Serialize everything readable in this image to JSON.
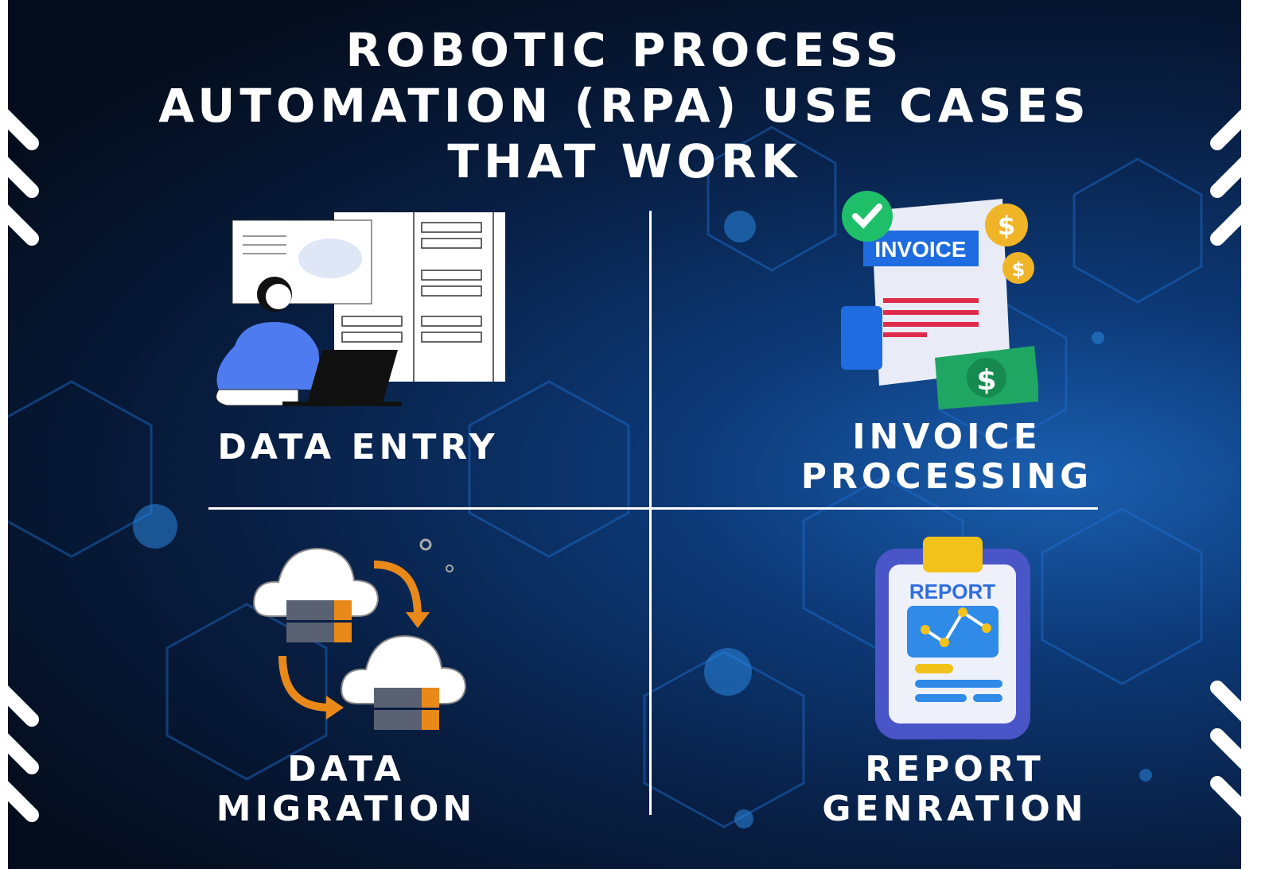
{
  "title": [
    "ROBOTIC PROCESS",
    "AUTOMATION (RPA) USE CASES",
    "THAT WORK"
  ],
  "quadrants": [
    {
      "label": [
        "DATA ENTRY"
      ],
      "icon": "person-at-laptop-with-servers-icon"
    },
    {
      "label": [
        "INVOICE",
        "PROCESSING"
      ],
      "icon": "invoice-icon",
      "illustration_text": "INVOICE"
    },
    {
      "label": [
        "DATA",
        "MIGRATION"
      ],
      "icon": "cloud-server-migration-icon"
    },
    {
      "label": [
        "REPORT",
        "GENRATION"
      ],
      "icon": "report-clipboard-icon",
      "illustration_text": "REPORT"
    }
  ],
  "colors": {
    "background": "#081e42",
    "accent": "#1a5fb0",
    "text": "#ffffff",
    "orange": "#e8891a"
  }
}
